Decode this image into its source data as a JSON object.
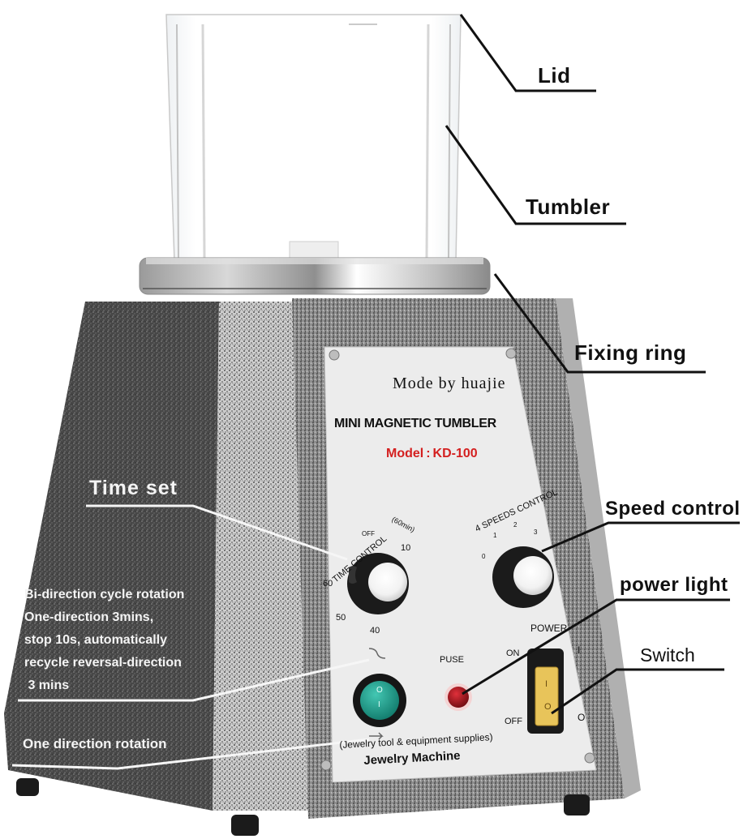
{
  "diagram": {
    "subject": "Mini Magnetic Tumbler",
    "colors": {
      "background": "#ffffff",
      "body_dark": "#4a4a4a",
      "body_light": "#9a9a9a",
      "panel": "#ececec",
      "ring": "#b9b9b9",
      "model_red": "#d42020",
      "rotation_button": "#1f9c8a",
      "power_light": "#a6141c",
      "power_switch": "#e8c45a"
    },
    "callouts_right": [
      {
        "id": "lid",
        "label": "Lid"
      },
      {
        "id": "tumbler",
        "label": "Tumbler"
      },
      {
        "id": "fixing_ring",
        "label": "Fixing ring"
      },
      {
        "id": "speed_control",
        "label": "Speed control"
      },
      {
        "id": "power_light",
        "label": "power light"
      },
      {
        "id": "switch",
        "label": "Switch"
      }
    ],
    "callouts_left": [
      {
        "id": "time_set",
        "label": "Time set"
      },
      {
        "id": "bi_direction",
        "lines": [
          "Bi-direction cycle rotation",
          "One-direction 3mins,",
          "stop 10s, automatically",
          "recycle reversal-direction",
          " 3 mins"
        ]
      },
      {
        "id": "one_direction",
        "label": "One direction rotation"
      }
    ],
    "panel": {
      "maker": "Mode by huajie",
      "product": "MINI MAGNETIC TUMBLER",
      "model_label": "Model",
      "model_sep": ":",
      "model_value": "KD-100",
      "time_control": {
        "title": "TIME CONTROL",
        "unit": "(60min)",
        "off": "OFF",
        "ticks": [
          "10",
          "60",
          "50",
          "40"
        ]
      },
      "speed_control": {
        "title": "4 SPEEDS CONTROL",
        "ticks": [
          "0",
          "1",
          "2",
          "3"
        ]
      },
      "power": {
        "title": "POWER",
        "on": "ON",
        "off": "OFF",
        "on_symbol": "I",
        "off_symbol": "O"
      },
      "pulse_label": "PUSE",
      "rotation_button_symbols": [
        "O",
        "I"
      ],
      "switch_symbols": [
        "I",
        "O"
      ],
      "supplies": "(Jewelry tool & equipment supplies)",
      "footer": "Jewelry Machine"
    }
  }
}
